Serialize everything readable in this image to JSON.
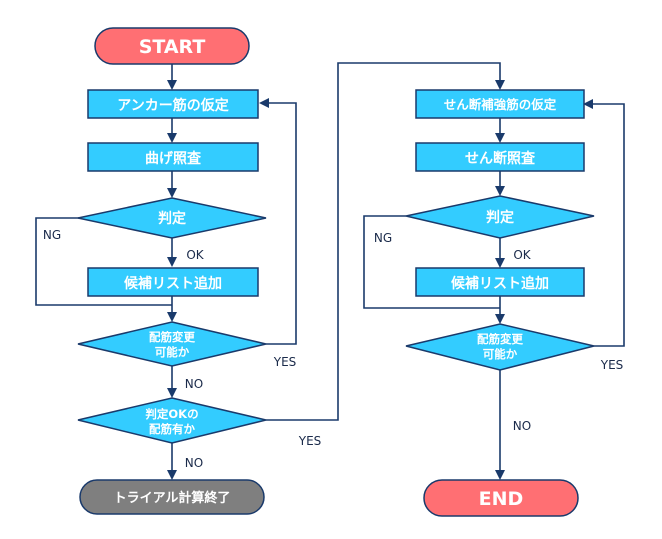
{
  "colors": {
    "box_fill": "#33ccff",
    "line": "#1a3a6b",
    "start_fill": "#ff6f73",
    "end_fill": "#ff6f73",
    "terminal_gray": "#7f7f7f",
    "text_dark": "#1a2a4a"
  },
  "left": {
    "start": "START",
    "anchor_assume": "アンカー筋の仮定",
    "bending_check": "曲げ照査",
    "judge": "判定",
    "add_candidate": "候補リスト追加",
    "bar_change_1": "配筋変更",
    "bar_change_2": "可能か",
    "ok_bar_1": "判定OKの",
    "ok_bar_2": "配筋有か",
    "trial_end": "トライアル計算終了",
    "ng": "NG",
    "ok": "OK",
    "yes_loop": "YES",
    "no_1": "NO",
    "no_2": "NO",
    "yes_cross": "YES"
  },
  "right": {
    "shear_assume": "せん断補強筋の仮定",
    "shear_check": "せん断照査",
    "judge": "判定",
    "add_candidate": "候補リスト追加",
    "bar_change_1": "配筋変更",
    "bar_change_2": "可能か",
    "end": "END",
    "ng": "NG",
    "ok": "OK",
    "yes_loop": "YES",
    "no": "NO"
  }
}
